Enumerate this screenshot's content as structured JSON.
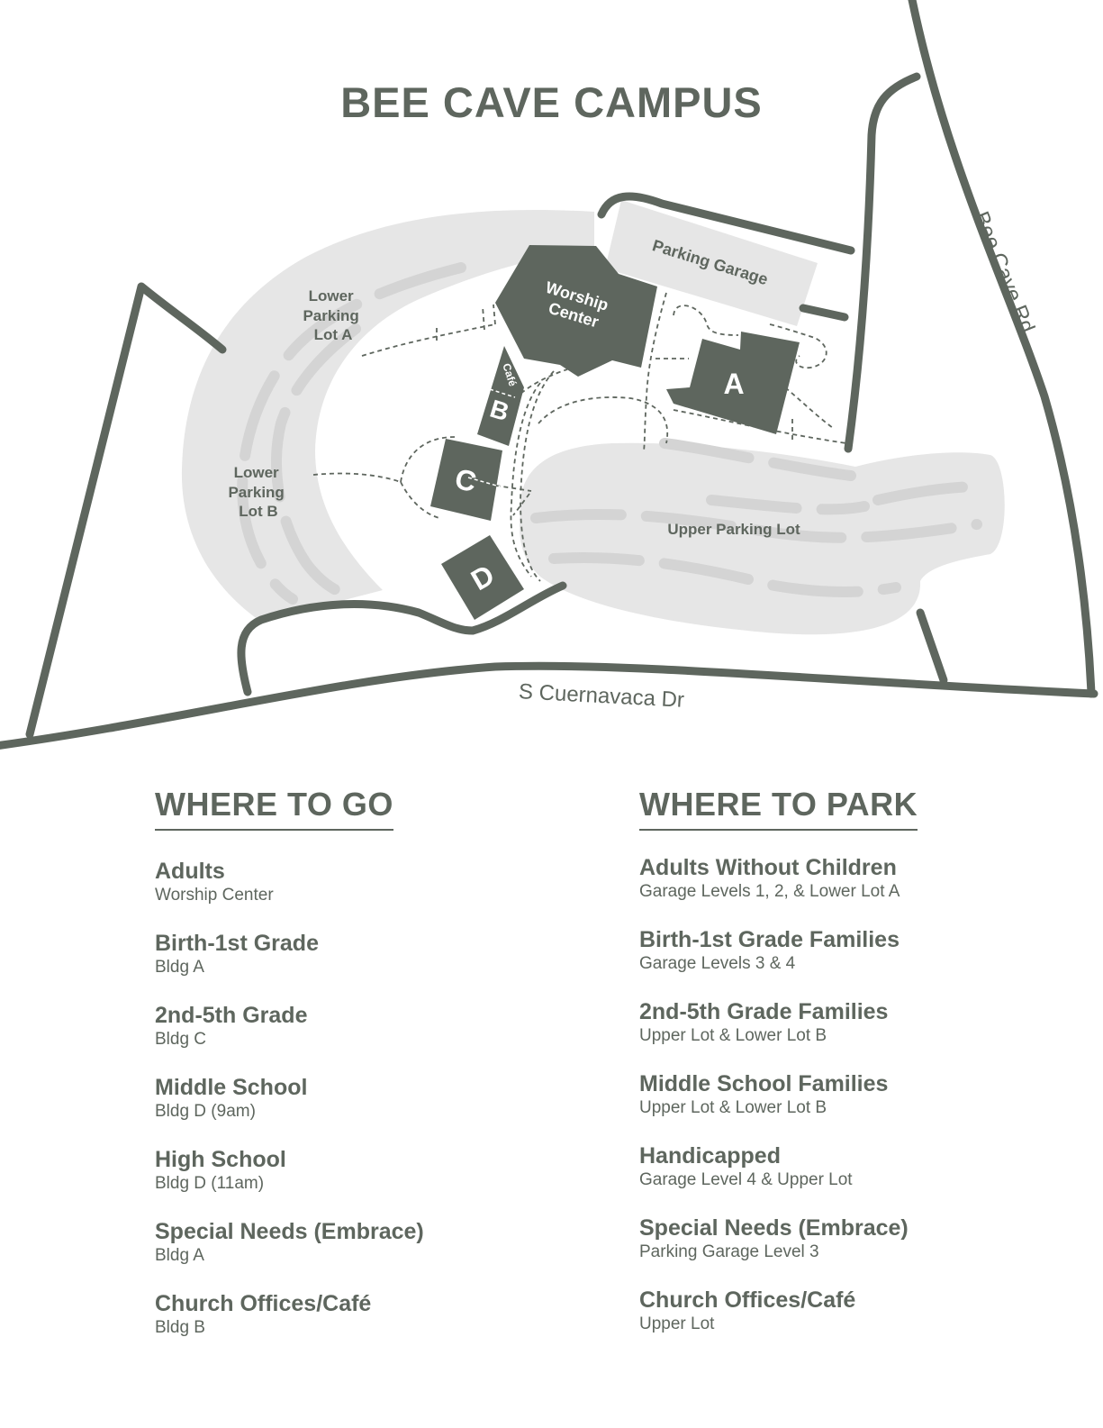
{
  "map": {
    "title": "BEE CAVE CAMPUS",
    "roads": {
      "bee_cave_rd": "Bee Cave Rd",
      "cuernavaca_dr": "S Cuernavaca Dr"
    },
    "lots": {
      "lower_lot_a": [
        "Lower",
        "Parking",
        "Lot A"
      ],
      "lower_lot_b": [
        "Lower",
        "Parking",
        "Lot B"
      ],
      "upper_lot": "Upper Parking Lot",
      "garage": "Parking Garage"
    },
    "buildings": {
      "worship": [
        "Worship",
        "Center"
      ],
      "a": "A",
      "b": "B",
      "cafe": "Café",
      "c": "C",
      "d": "D"
    },
    "colors": {
      "road": "#5e665e",
      "building": "#5e665e",
      "lot": "#e6e6e6",
      "lane": "#d6d6d6",
      "text": "#5e665e"
    }
  },
  "where_to_go": {
    "heading": "WHERE TO GO",
    "items": [
      {
        "title": "Adults",
        "sub": "Worship Center"
      },
      {
        "title": "Birth-1st Grade",
        "sub": "Bldg A"
      },
      {
        "title": "2nd-5th Grade",
        "sub": "Bldg C"
      },
      {
        "title": "Middle School",
        "sub": "Bldg D (9am)"
      },
      {
        "title": "High School",
        "sub": "Bldg D (11am)"
      },
      {
        "title": "Special Needs (Embrace)",
        "sub": "Bldg A"
      },
      {
        "title": "Church Offices/Café",
        "sub": "Bldg B"
      }
    ]
  },
  "where_to_park": {
    "heading": "WHERE TO PARK",
    "items": [
      {
        "title": "Adults Without Children",
        "sub": "Garage Levels 1, 2, & Lower Lot A"
      },
      {
        "title": "Birth-1st Grade Families",
        "sub": "Garage Levels 3 & 4"
      },
      {
        "title": "2nd-5th Grade Families",
        "sub": "Upper Lot & Lower Lot B"
      },
      {
        "title": "Middle School Families",
        "sub": "Upper Lot & Lower Lot B"
      },
      {
        "title": "Handicapped",
        "sub": "Garage Level 4 & Upper Lot"
      },
      {
        "title": "Special Needs (Embrace)",
        "sub": "Parking Garage Level 3"
      },
      {
        "title": "Church Offices/Café",
        "sub": "Upper Lot"
      }
    ]
  }
}
